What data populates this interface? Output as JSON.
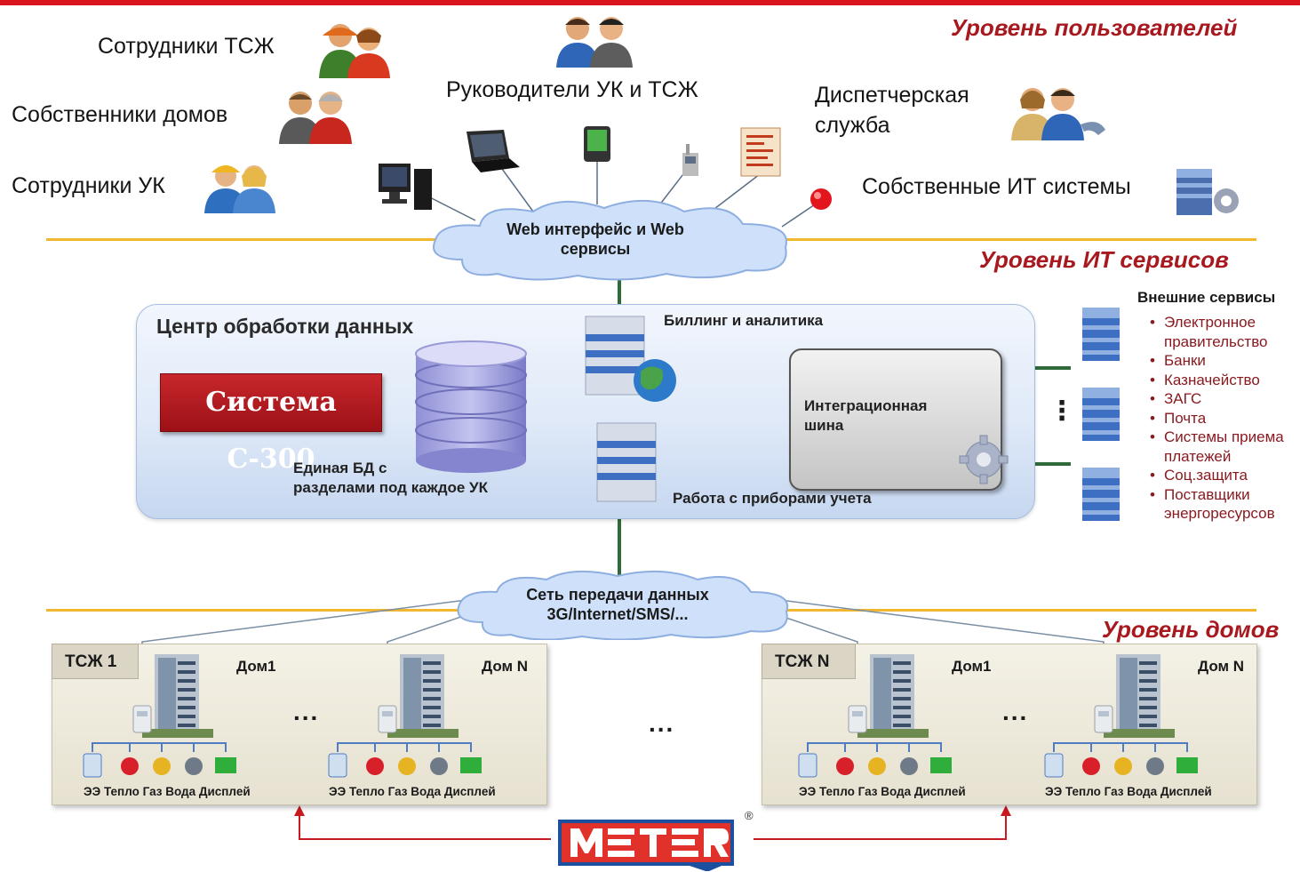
{
  "levels": {
    "users": "Уровень пользователей",
    "it": "Уровень ИТ сервисов",
    "homes": "Уровень домов"
  },
  "users": {
    "tszh_staff": "Сотрудники ТСЖ",
    "home_owners": "Собственники домов",
    "uk_staff": "Сотрудники УК",
    "managers": "Руководители УК и ТСЖ",
    "dispatch_line1": "Диспетчерская",
    "dispatch_line2": "служба",
    "own_it": "Собственные ИТ системы"
  },
  "web_cloud": {
    "line1": "Web интерфейс и Web",
    "line2": "сервисы"
  },
  "data_center": {
    "title": "Центр обработки данных",
    "system": "Система С-300",
    "db_line1": "Единая БД с",
    "db_line2": "разделами под каждое УК",
    "billing": "Биллинг и аналитика",
    "metering": "Работа с приборами учета",
    "bus_line1": "Интеграционная",
    "bus_line2": "шина"
  },
  "external": {
    "title": "Внешние сервисы",
    "items": [
      [
        "Электронное",
        "правительство"
      ],
      [
        "Банки"
      ],
      [
        "Казначейство"
      ],
      [
        "ЗАГС"
      ],
      [
        "Почта"
      ],
      [
        "Системы приема",
        "платежей"
      ],
      [
        "Соц.защита"
      ],
      [
        "Поставщики",
        "энергоресурсов"
      ]
    ],
    "bullet": "•"
  },
  "net_cloud": {
    "line1": "Сеть передачи данных",
    "line2": "3G/Internet/SMS/..."
  },
  "homes": {
    "group1": "ТСЖ 1",
    "groupN": "ТСЖ  N",
    "house1": "Дом1",
    "houseN": "Дом N",
    "meters": "ЭЭ Тепло Газ Вода Дисплей",
    "ellipsis": "...",
    "side_dots": "⋮"
  },
  "logo": {
    "text": "METER",
    "registered": "®"
  },
  "colors": {
    "accent_red": "#d9141d",
    "level_red": "#a8181f",
    "rule_yellow": "#f2b731",
    "wire_green": "#2f6b3a"
  }
}
